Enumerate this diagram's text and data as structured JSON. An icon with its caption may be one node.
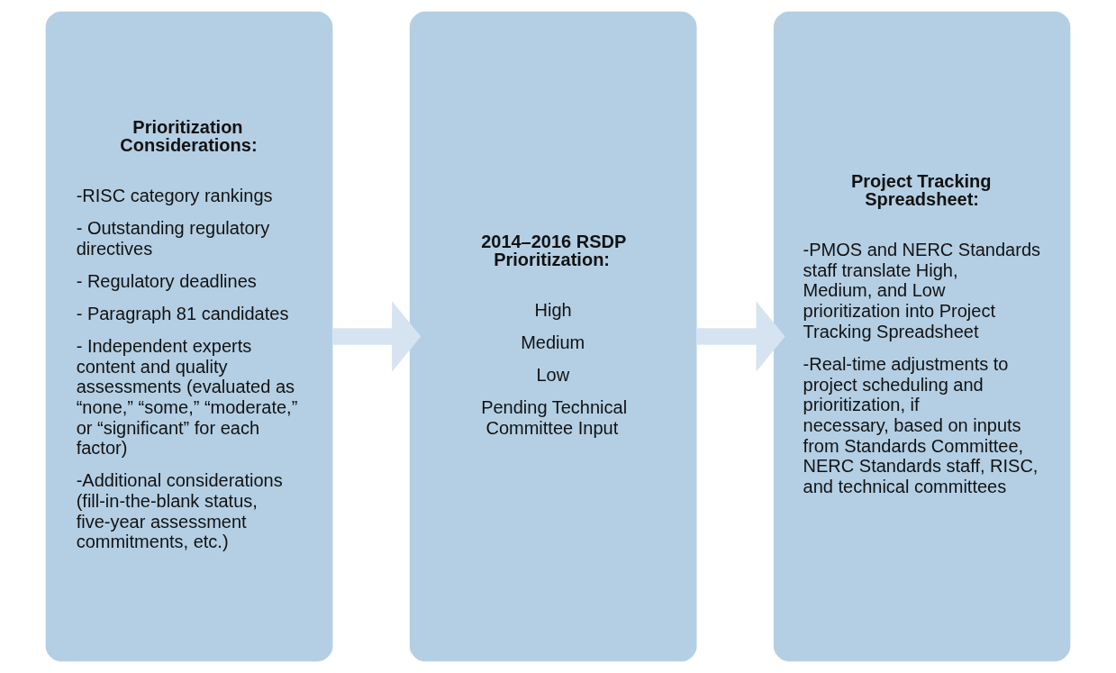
{
  "diagram": {
    "nodes": [
      {
        "text": [
          "Prioritization Considerations:",
          "-RISC category rankings",
          "- Outstanding regulatory directives",
          "- Regulatory deadlines",
          "- Paragraph 81 candidates",
          "- Independent experts content and quality assessments (evaluated as “none,” “some,” “moderate,” or “significant” for each factor)",
          "-Additional considerations (fill-in-the-blank status, five-year assessment commitments, etc.)"
        ]
      },
      {
        "text": [
          "2014–2016 RSDP Prioritization:",
          "High",
          "Medium",
          "Low",
          "Pending Technical Committee Input"
        ]
      },
      {
        "text": [
          "Project Tracking Spreadsheet:",
          "-PMOS and NERC Standards staff translate High, Medium, and Low prioritization into Project Tracking Spreadsheet",
          "-Real-time adjustments to project scheduling and prioritization, if necessary, based on inputs from Standards Committee, NERC Standards staff, RISC, and technical committees"
        ]
      }
    ],
    "edges": [
      {
        "from": 0,
        "to": 1,
        "arrow": "to"
      },
      {
        "from": 1,
        "to": 2,
        "arrow": "to"
      }
    ]
  }
}
